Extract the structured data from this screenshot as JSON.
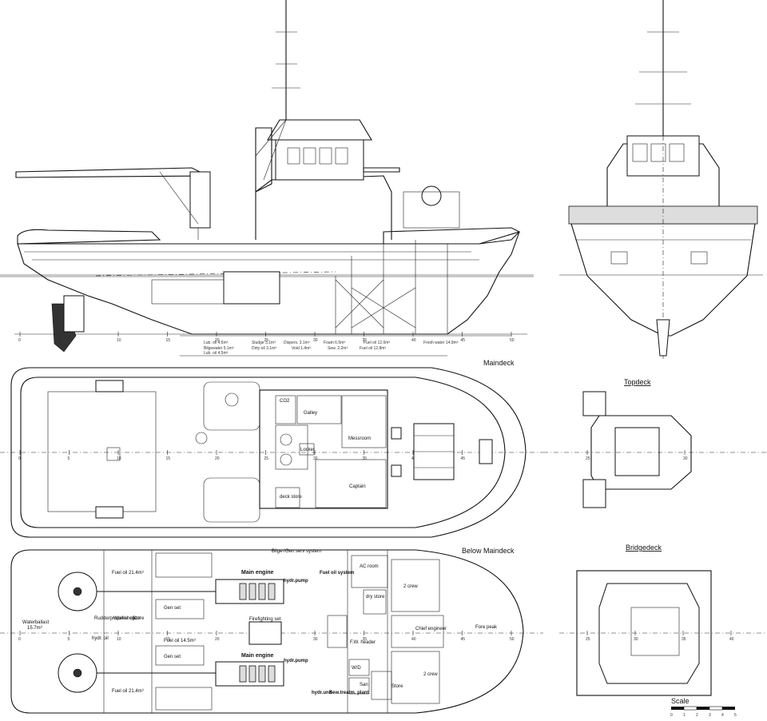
{
  "views": {
    "maindeck_title": "Maindeck",
    "below_maindeck_title": "Below Maindeck",
    "topdeck_title": "Topdeck",
    "bridgedeck_title": "Bridgedeck"
  },
  "tanks": {
    "row1": [
      {
        "name": "Lub. oil",
        "value": "4.5m³"
      },
      {
        "name": "Sludge",
        "value": "3.1m³"
      },
      {
        "name": "Dispers.",
        "value": "3.1m³"
      },
      {
        "name": "Foam",
        "value": "6.5m³"
      },
      {
        "name": "Fuel oil",
        "value": "12.0m³"
      },
      {
        "name": "Fresh water",
        "value": "14.9m³"
      }
    ],
    "row2": [
      {
        "name": "Bilgewater",
        "value": "5.1m³"
      },
      {
        "name": "Dirty oil",
        "value": "3.1m³"
      },
      {
        "name": "Void",
        "value": "1.4m³"
      },
      {
        "name": "Sew.",
        "value": "2.2m³"
      },
      {
        "name": "Fuel oil",
        "value": "12.8m³"
      }
    ],
    "row3": [
      {
        "name": "Lub. oil",
        "value": "4.5m³"
      }
    ]
  },
  "profile_ticks": [
    "0",
    "5",
    "10",
    "15",
    "20",
    "25",
    "30",
    "35",
    "40",
    "45",
    "50"
  ],
  "maindeck_rooms": {
    "co2": "CO2",
    "galley": "Galley",
    "messroom": "Messroom",
    "captain": "Captain",
    "deck_store": "deck store",
    "locker": "Locker"
  },
  "maindeck_ticks": [
    "0",
    "5",
    "10",
    "15",
    "20",
    "25",
    "30",
    "35",
    "40",
    "45"
  ],
  "below_rooms": {
    "bilge_gen": "Bilge-/Gen serv system",
    "ac_room": "AC room",
    "main_engine_top": "Main engine",
    "main_engine_bottom": "Main engine",
    "hydr_pump_top": "hydr.pump",
    "hydr_pump_bottom": "hydr.pump",
    "fuel_oil_system": "Fuel oil system",
    "firefighting": "Firefighting set",
    "gen_set_top": "Gen set",
    "gen_set_bottom": "Gen set",
    "fuel_oil_top": "Fuel oil 21.4m³",
    "fuel_oil_bottom": "Fuel oil 21.4m³",
    "fuel_oil_mid": "Fuel oil 14.5m³",
    "rudderpropeller": "Rudderpropeller room",
    "workshop": "Workshop",
    "store": "Store",
    "waterballast": "Waterballast",
    "waterballast_val": "15.7m³",
    "hydr_oil": "hydr. oil",
    "dry_store": "dry store",
    "crew_top": "2 crew",
    "crew_bottom": "2 crew",
    "chief_engineer": "Chief engineer",
    "fore_peak": "Fore peak",
    "fw_header": "F.W. header",
    "wd": "W/D",
    "san": "San",
    "store_low": "Store",
    "hydr_unit": "hydr.unit",
    "sew_plant": "Sew.treatm. plant"
  },
  "below_ticks": [
    "0",
    "5",
    "10",
    "15",
    "20",
    "25",
    "30",
    "35",
    "40",
    "45",
    "50"
  ],
  "scale": {
    "label": "Scale",
    "ticks": [
      "0",
      "1",
      "2",
      "3",
      "4",
      "5"
    ]
  },
  "small_ticks": {
    "topdeck": [
      "25",
      "30"
    ],
    "bridgedeck": [
      "25",
      "30",
      "35",
      "40"
    ]
  }
}
